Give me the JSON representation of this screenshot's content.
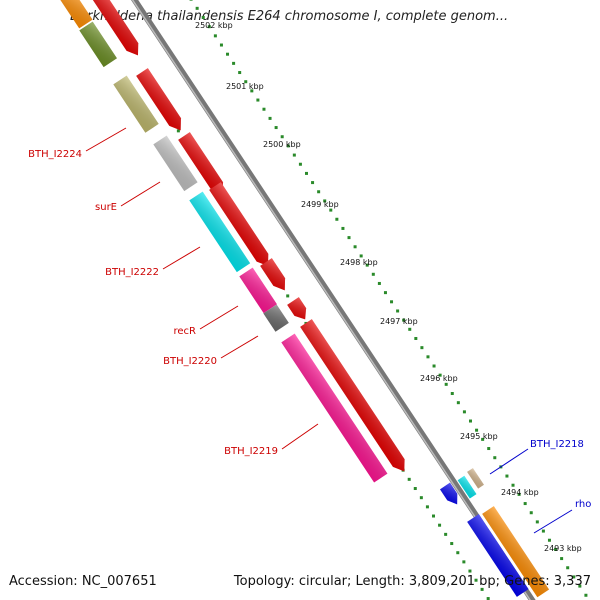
{
  "header": {
    "title": "Burkholderia thailandensis E264 chromosome I, complete genom..."
  },
  "footer": {
    "accession": "Accession: NC_007651",
    "summary": "Topology: circular; Length: 3,809,201 bp; Genes: 3,337"
  },
  "scale": {
    "unit": "kbp",
    "ticks": [
      "2502 kbp",
      "2501 kbp",
      "2500 kbp",
      "2499 kbp",
      "2498 kbp",
      "2497 kbp",
      "2496 kbp",
      "2495 kbp",
      "2494 kbp",
      "2493 kbp"
    ]
  },
  "labels": [
    {
      "text": "BTH_I2224",
      "color": "#cc0000"
    },
    {
      "text": "surE",
      "color": "#cc0000"
    },
    {
      "text": "BTH_I2222",
      "color": "#cc0000"
    },
    {
      "text": "recR",
      "color": "#cc0000"
    },
    {
      "text": "BTH_I2220",
      "color": "#cc0000"
    },
    {
      "text": "BTH_I2219",
      "color": "#cc0000"
    },
    {
      "text": "BTH_I2218",
      "color": "#0000cc"
    },
    {
      "text": "rho",
      "color": "#0000cc"
    }
  ],
  "colors": {
    "strand_line": "#888888",
    "cds_red": "#e80000",
    "tick_green": "#2a8a2a",
    "olive": "#6b8e23",
    "khaki": "#bdb76b",
    "silver": "#c0c0c0",
    "cyan": "#00e5ee",
    "magenta": "#ff1493",
    "gray": "#696969",
    "blue": "#0000ee",
    "orange": "#ff8c00",
    "tan": "#d2b48c"
  }
}
